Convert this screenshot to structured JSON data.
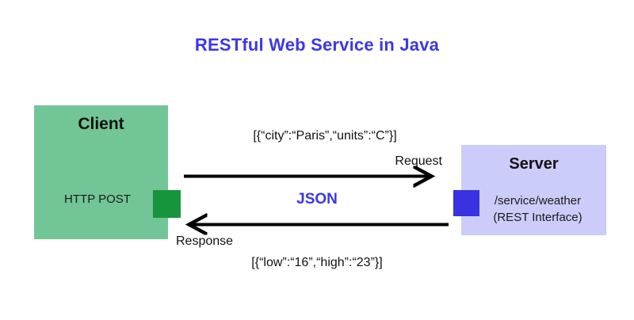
{
  "diagram": {
    "title": "RESTful Web Service in Java",
    "title_color": "#3c37e8",
    "background": "#ffffff"
  },
  "client": {
    "title": "Client",
    "method": "HTTP POST",
    "box_color": "#72c596",
    "port_color": "#17953c",
    "port_name": "client-port-square"
  },
  "server": {
    "title": "Server",
    "endpoint": "/service/weather",
    "interface": "(REST Interface)",
    "box_color": "#ccccfa",
    "port_color": "#3832e0",
    "port_name": "server-port-square"
  },
  "messages": {
    "request": {
      "label": "Request",
      "payload": "[{“city”:“Paris”,“units”:“C”}]",
      "direction": "client-to-server",
      "arrow_color": "#000000"
    },
    "response": {
      "label": "Response",
      "payload": "[{“low”:“16”,“high”:“23”}]",
      "direction": "server-to-client",
      "arrow_color": "#000000"
    },
    "format": {
      "label": "JSON",
      "color": "#3c37e8"
    }
  }
}
